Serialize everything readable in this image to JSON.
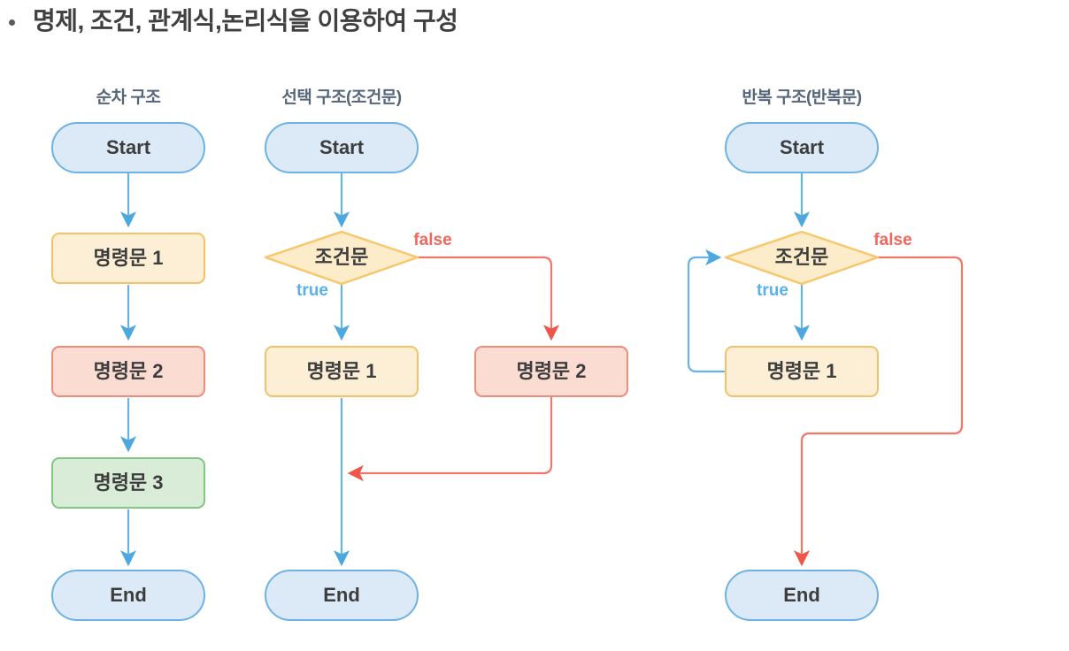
{
  "slide": {
    "bullet_marker": "•",
    "heading": "명제, 조건, 관계식,논리식을 이용하여 구성",
    "background_color": "#ffffff"
  },
  "palette": {
    "terminator_fill": "#dce9f7",
    "terminator_stroke": "#6eb3e3",
    "process_yellow_fill": "#fcefd6",
    "process_yellow_stroke": "#f3c168",
    "process_red_fill": "#fadcd3",
    "process_red_stroke": "#ef8c78",
    "process_green_fill": "#d9ecd8",
    "process_green_stroke": "#81c681",
    "decision_fill": "#fcecc9",
    "decision_stroke": "#f8c66b",
    "edge_blue": "#67b4e4",
    "edge_red": "#f2766a",
    "label_true": "#5ab0e8",
    "label_false": "#f4655b",
    "node_text": "#3d3d3d",
    "title_text": "#56667a"
  },
  "columns": [
    {
      "id": "sequence",
      "title": "순차 구조",
      "nodes": [
        {
          "id": "start",
          "label": "Start",
          "shape": "terminator",
          "color": "blue"
        },
        {
          "id": "stmt1",
          "label": "명령문 1",
          "shape": "process",
          "color": "yellow"
        },
        {
          "id": "stmt2",
          "label": "명령문 2",
          "shape": "process",
          "color": "red"
        },
        {
          "id": "stmt3",
          "label": "명령문 3",
          "shape": "process",
          "color": "green"
        },
        {
          "id": "end",
          "label": "End",
          "shape": "terminator",
          "color": "blue"
        }
      ],
      "edges": [
        {
          "from": "start",
          "to": "stmt1",
          "color": "blue",
          "label": ""
        },
        {
          "from": "stmt1",
          "to": "stmt2",
          "color": "blue",
          "label": ""
        },
        {
          "from": "stmt2",
          "to": "stmt3",
          "color": "blue",
          "label": ""
        },
        {
          "from": "stmt3",
          "to": "end",
          "color": "blue",
          "label": ""
        }
      ]
    },
    {
      "id": "selection",
      "title": "선택 구조(조건문)",
      "nodes": [
        {
          "id": "start",
          "label": "Start",
          "shape": "terminator",
          "color": "blue"
        },
        {
          "id": "cond",
          "label": "조건문",
          "shape": "decision",
          "color": "yellow"
        },
        {
          "id": "stmt1",
          "label": "명령문 1",
          "shape": "process",
          "color": "yellow"
        },
        {
          "id": "stmt2",
          "label": "명령문 2",
          "shape": "process",
          "color": "red"
        },
        {
          "id": "end",
          "label": "End",
          "shape": "terminator",
          "color": "blue"
        }
      ],
      "edges": [
        {
          "from": "start",
          "to": "cond",
          "color": "blue",
          "label": ""
        },
        {
          "from": "cond",
          "to": "stmt1",
          "color": "blue",
          "label": "true"
        },
        {
          "from": "cond",
          "to": "stmt2",
          "color": "red",
          "label": "false"
        },
        {
          "from": "stmt1",
          "to": "end",
          "color": "blue",
          "label": ""
        },
        {
          "from": "stmt2",
          "to": "end",
          "color": "red",
          "label": ""
        }
      ]
    },
    {
      "id": "iteration",
      "title": "반복 구조(반복문)",
      "nodes": [
        {
          "id": "start",
          "label": "Start",
          "shape": "terminator",
          "color": "blue"
        },
        {
          "id": "cond",
          "label": "조건문",
          "shape": "decision",
          "color": "yellow"
        },
        {
          "id": "stmt1",
          "label": "명령문 1",
          "shape": "process",
          "color": "yellow"
        },
        {
          "id": "end",
          "label": "End",
          "shape": "terminator",
          "color": "blue"
        }
      ],
      "edges": [
        {
          "from": "start",
          "to": "cond",
          "color": "blue",
          "label": ""
        },
        {
          "from": "cond",
          "to": "stmt1",
          "color": "blue",
          "label": "true"
        },
        {
          "from": "cond",
          "to": "end",
          "color": "red",
          "label": "false"
        },
        {
          "from": "stmt1",
          "to": "cond",
          "color": "blue",
          "label": ""
        }
      ]
    }
  ],
  "labels": {
    "col1_title": "순차 구조",
    "col2_title": "선택 구조(조건문)",
    "col3_title": "반복 구조(반복문)",
    "start": "Start",
    "end": "End",
    "stmt1": "명령문 1",
    "stmt2": "명령문 2",
    "stmt3": "명령문 3",
    "condition": "조건문",
    "true": "true",
    "false": "false"
  }
}
